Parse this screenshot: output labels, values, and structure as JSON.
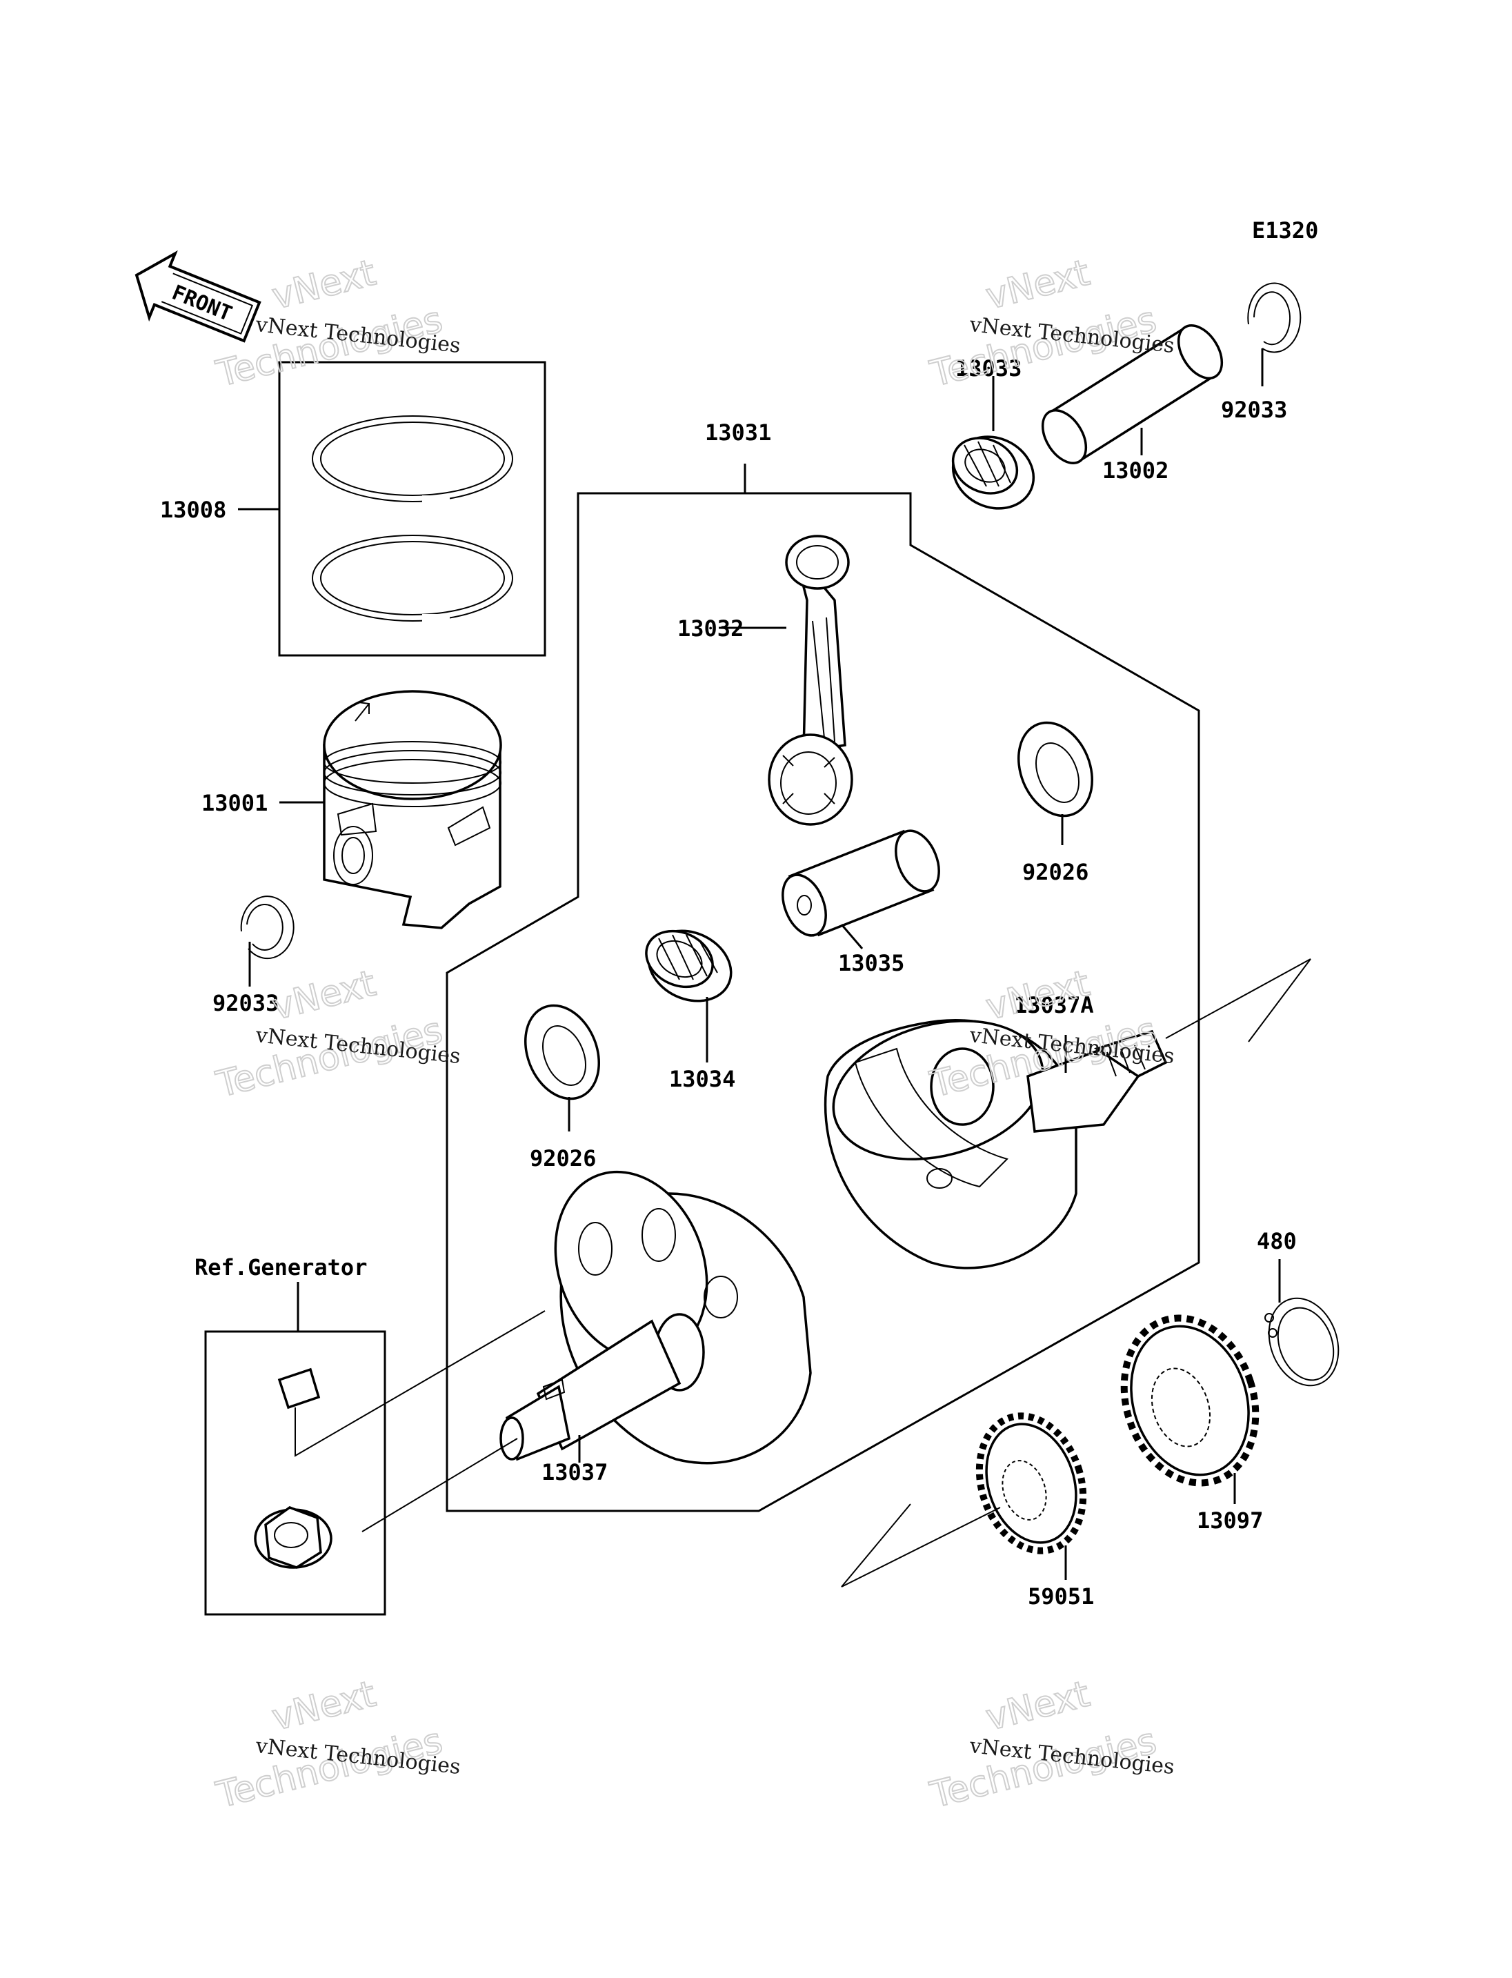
{
  "diagram_code": "E1320",
  "front_label": "FRONT",
  "ref_generator": "Ref.Generator",
  "watermark": {
    "line1": "vNext Technologies",
    "line2": "vNext",
    "line3": "Technologies"
  },
  "parts": {
    "p13008": "13008",
    "p13001": "13001",
    "p92033_left": "92033",
    "p13031": "13031",
    "p13032": "13032",
    "p13035": "13035",
    "p13034": "13034",
    "p92026_right": "92026",
    "p92026_left": "92026",
    "p13033": "13033",
    "p13002": "13002",
    "p92033_right": "92033",
    "p13037A": "13037A",
    "p13037": "13037",
    "p480": "480",
    "p13097": "13097",
    "p59051": "59051"
  }
}
